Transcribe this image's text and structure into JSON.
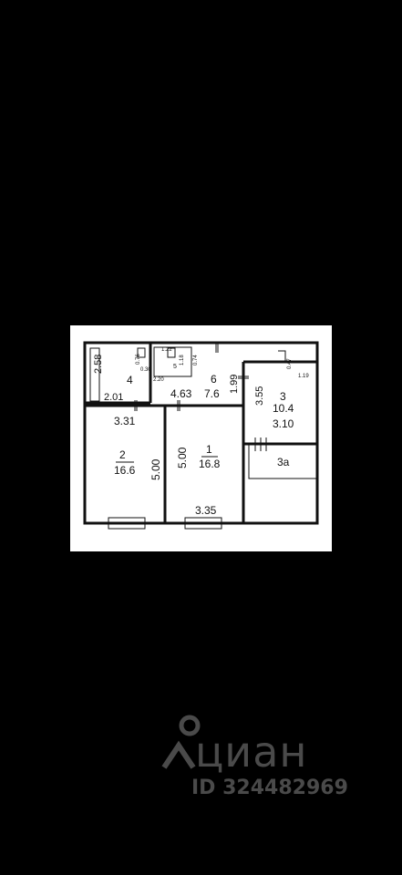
{
  "floor_plan": {
    "rooms": [
      {
        "id": "1",
        "area": "16.8",
        "width": "3.35",
        "depth": "5.00"
      },
      {
        "id": "2",
        "area": "16.6",
        "width": "3.31",
        "depth": "5.00"
      },
      {
        "id": "3",
        "area": "10.4",
        "width": "3.10",
        "depth": "3.55"
      },
      {
        "id": "4",
        "width": "2.01",
        "depth": "2.58"
      },
      {
        "id": "5"
      },
      {
        "id": "6",
        "area": "7.6",
        "width": "4.63",
        "depth": "1.99"
      },
      {
        "id": "3а"
      }
    ],
    "small_dims": [
      "1.22",
      "0.76",
      "0.30",
      "0.74",
      "1.18",
      "2.20",
      "0.47",
      "1.19"
    ]
  },
  "watermark": {
    "brand": "циан",
    "listing_id": "ID 324482969",
    "colors": {
      "mark": "#4a4a4a"
    }
  }
}
